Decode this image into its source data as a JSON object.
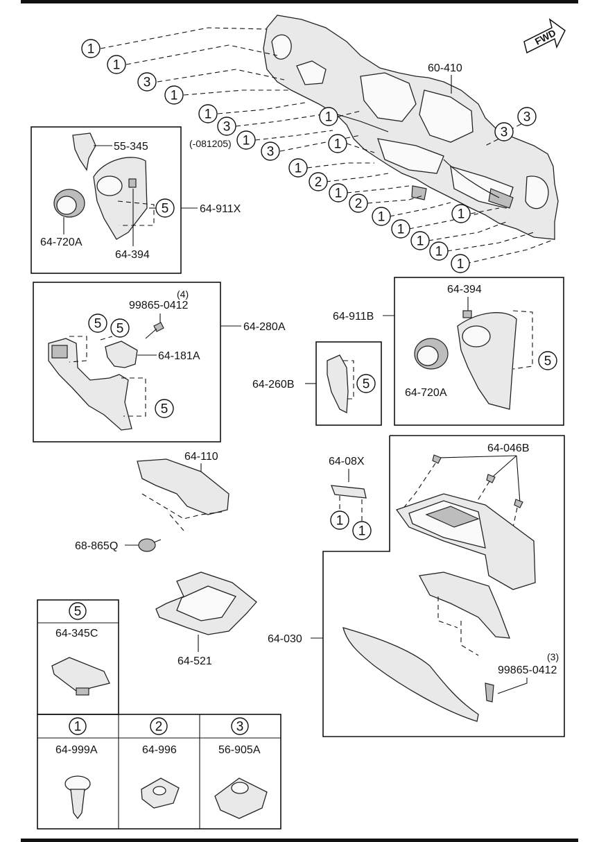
{
  "labels": {
    "dash_panel": "60-410",
    "date_note": "(-081205)",
    "vent_clip": "55-345",
    "left_panel_assy": "64-911X",
    "left_bezel": "64-720A",
    "left_small": "64-394",
    "screw_qty_a": "(4)",
    "screw_a": "99865-0412",
    "lower_panel_assy": "64-280A",
    "lower_part": "64-181A",
    "strip_panel": "64-260B",
    "right_panel_assy": "64-911B",
    "right_small": "64-394",
    "right_bezel": "64-720A",
    "bracket": "64-110",
    "clip_68": "68-865Q",
    "hinge": "64-08X",
    "glove_bolts": "64-046B",
    "glove_assy": "64-030",
    "screw_qty_b": "(3)",
    "screw_b": "99865-0412",
    "under_cover": "64-521"
  },
  "fwd": "FWD",
  "legend": [
    {
      "num": "5",
      "part": "64-345C"
    },
    {
      "num": "1",
      "part": "64-999A"
    },
    {
      "num": "2",
      "part": "64-996"
    },
    {
      "num": "3",
      "part": "56-905A"
    }
  ],
  "callouts": {
    "c01": "1",
    "c02": "1",
    "c03": "3",
    "c04": "1",
    "c05": "1",
    "c06": "3",
    "c07": "1",
    "c08": "3",
    "c09": "1",
    "c10": "1",
    "c11": "1",
    "c12": "2",
    "c13": "1",
    "c14": "2",
    "c15": "1",
    "c16": "1",
    "c17": "1",
    "c18": "1",
    "c19": "1",
    "c20": "1",
    "c21": "3",
    "c22": "3",
    "c23": "5",
    "c24": "5",
    "c25": "5",
    "c26": "5",
    "c27": "5",
    "c28": "5",
    "c29": "1",
    "c30": "1"
  }
}
